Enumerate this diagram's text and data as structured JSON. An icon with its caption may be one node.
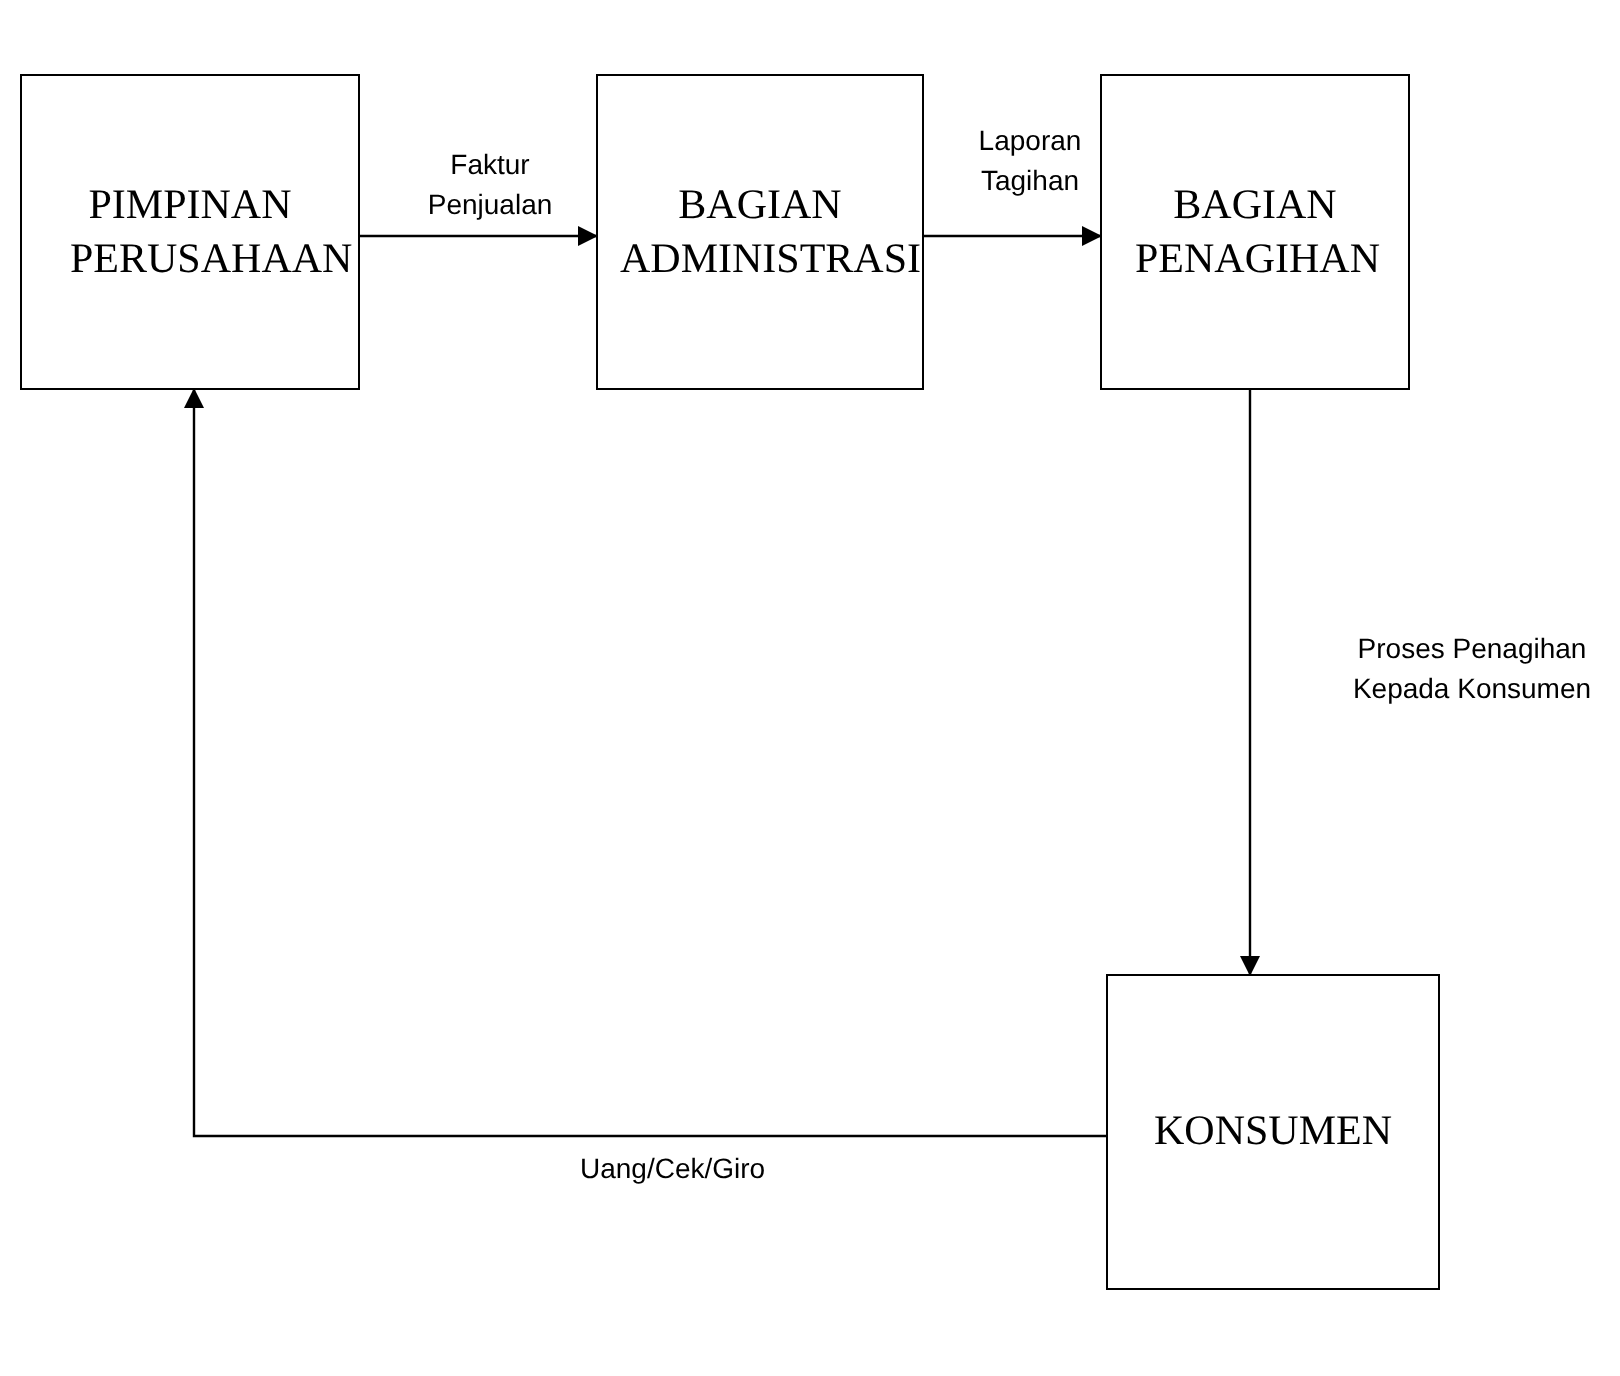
{
  "diagram": {
    "nodes": [
      {
        "text": [
          "PIMPINAN PERUSAHAAN"
        ]
      },
      {
        "text": [
          "BAGIAN ADMINISTRASI"
        ]
      },
      {
        "text": [
          "BAGIAN PENAGIHAN"
        ]
      },
      {
        "text": [
          "KONSUMEN"
        ]
      }
    ],
    "edges": [
      {
        "from": 0,
        "to": 1,
        "arrow": "to",
        "label": "Faktur Penjualan"
      },
      {
        "from": 1,
        "to": 2,
        "arrow": "to",
        "label": "Laporan Tagihan"
      },
      {
        "from": 2,
        "to": 3,
        "arrow": "to",
        "label": "Proses Penagihan Kepada Konsumen"
      },
      {
        "from": 3,
        "to": 0,
        "arrow": "to",
        "label": "Uang/Cek/Giro"
      }
    ]
  }
}
